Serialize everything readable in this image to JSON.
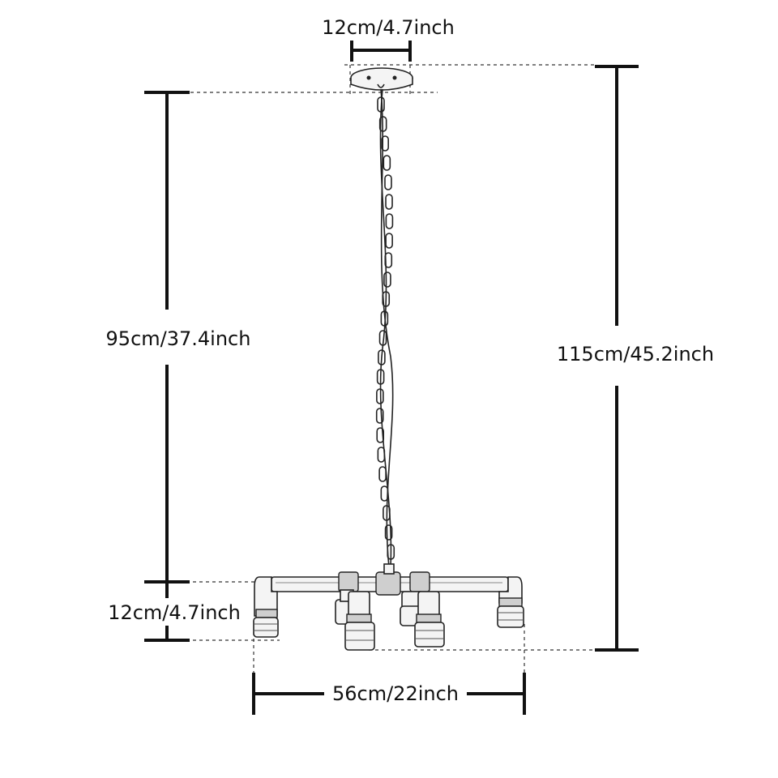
{
  "diagram": {
    "dimensions": {
      "canopy_width": "12cm/4.7inch",
      "chain_length": "95cm/37.4inch",
      "total_height": "115cm/45.2inch",
      "fixture_height": "12cm/4.7inch",
      "fixture_width": "56cm/22inch"
    }
  }
}
